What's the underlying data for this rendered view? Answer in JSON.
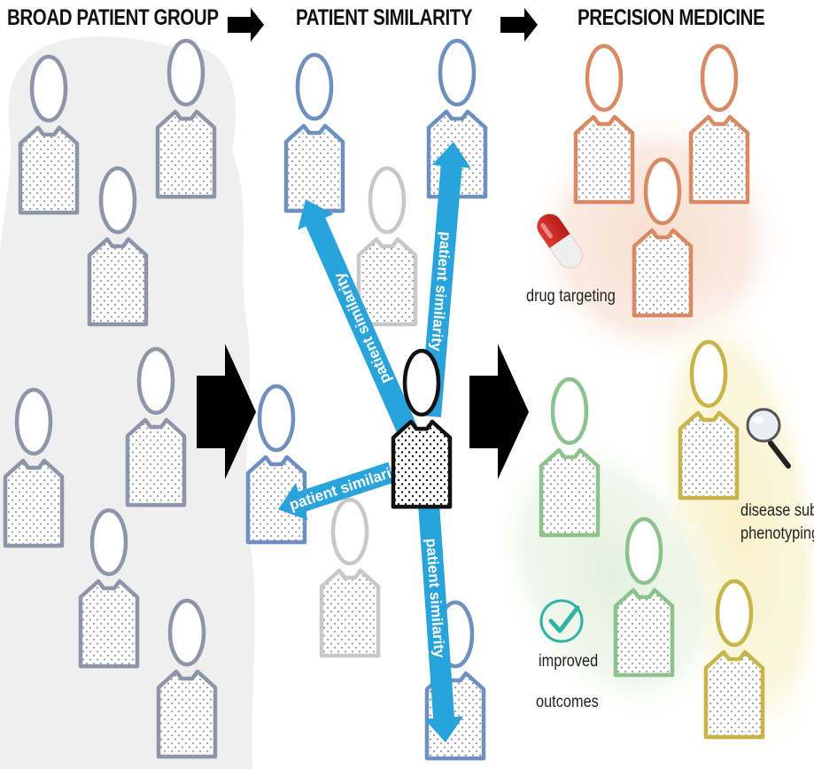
{
  "panels": {
    "broad": {
      "title": "BROAD PATIENT GROUP"
    },
    "similarity": {
      "title": "PATIENT SIMILARITY",
      "arrow_label": "patient similarity"
    },
    "precision": {
      "title": "PRECISION MEDICINE",
      "outcomes": [
        {
          "label": "drug targeting",
          "icon": "pill-icon"
        },
        {
          "label": "disease sub-",
          "label2": "phenotyping",
          "icon": "magnifier-icon"
        },
        {
          "label": "improved",
          "label2": "outcomes",
          "icon": "checkmark-icon"
        }
      ]
    }
  },
  "colors": {
    "broad_outline": "#8c96a8",
    "similar_outline": "#6e90be",
    "dissimilar_outline": "#c8c8c8",
    "query_outline": "#111111",
    "similarity_arrow": "#29a3dc",
    "cluster_orange": "#d98a64",
    "cluster_yellow": "#c9b44a",
    "cluster_green": "#8cc28c",
    "background_blob": "#efefef"
  }
}
